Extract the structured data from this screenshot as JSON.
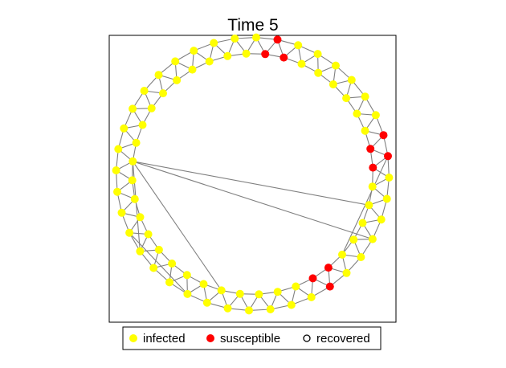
{
  "title": "Time 5",
  "colors": {
    "infected": "#ffff00",
    "susceptible": "#ff0000",
    "recovered": "#ffffff",
    "edge": "#808080"
  },
  "legend": [
    {
      "state": "infected",
      "label": "infected"
    },
    {
      "state": "susceptible",
      "label": "susceptible"
    },
    {
      "state": "recovered",
      "label": "recovered"
    }
  ],
  "network": {
    "node_count": 80,
    "ring_neighbors": 2,
    "susceptible_nodes": [
      1,
      2,
      3,
      16,
      17,
      18,
      19,
      31,
      32,
      33
    ],
    "recovered_nodes": [],
    "long_range_edges": [
      [
        18,
        29
      ],
      [
        26,
        61
      ],
      [
        23,
        61
      ],
      [
        61,
        43
      ],
      [
        61,
        52
      ],
      [
        46,
        54
      ]
    ]
  }
}
